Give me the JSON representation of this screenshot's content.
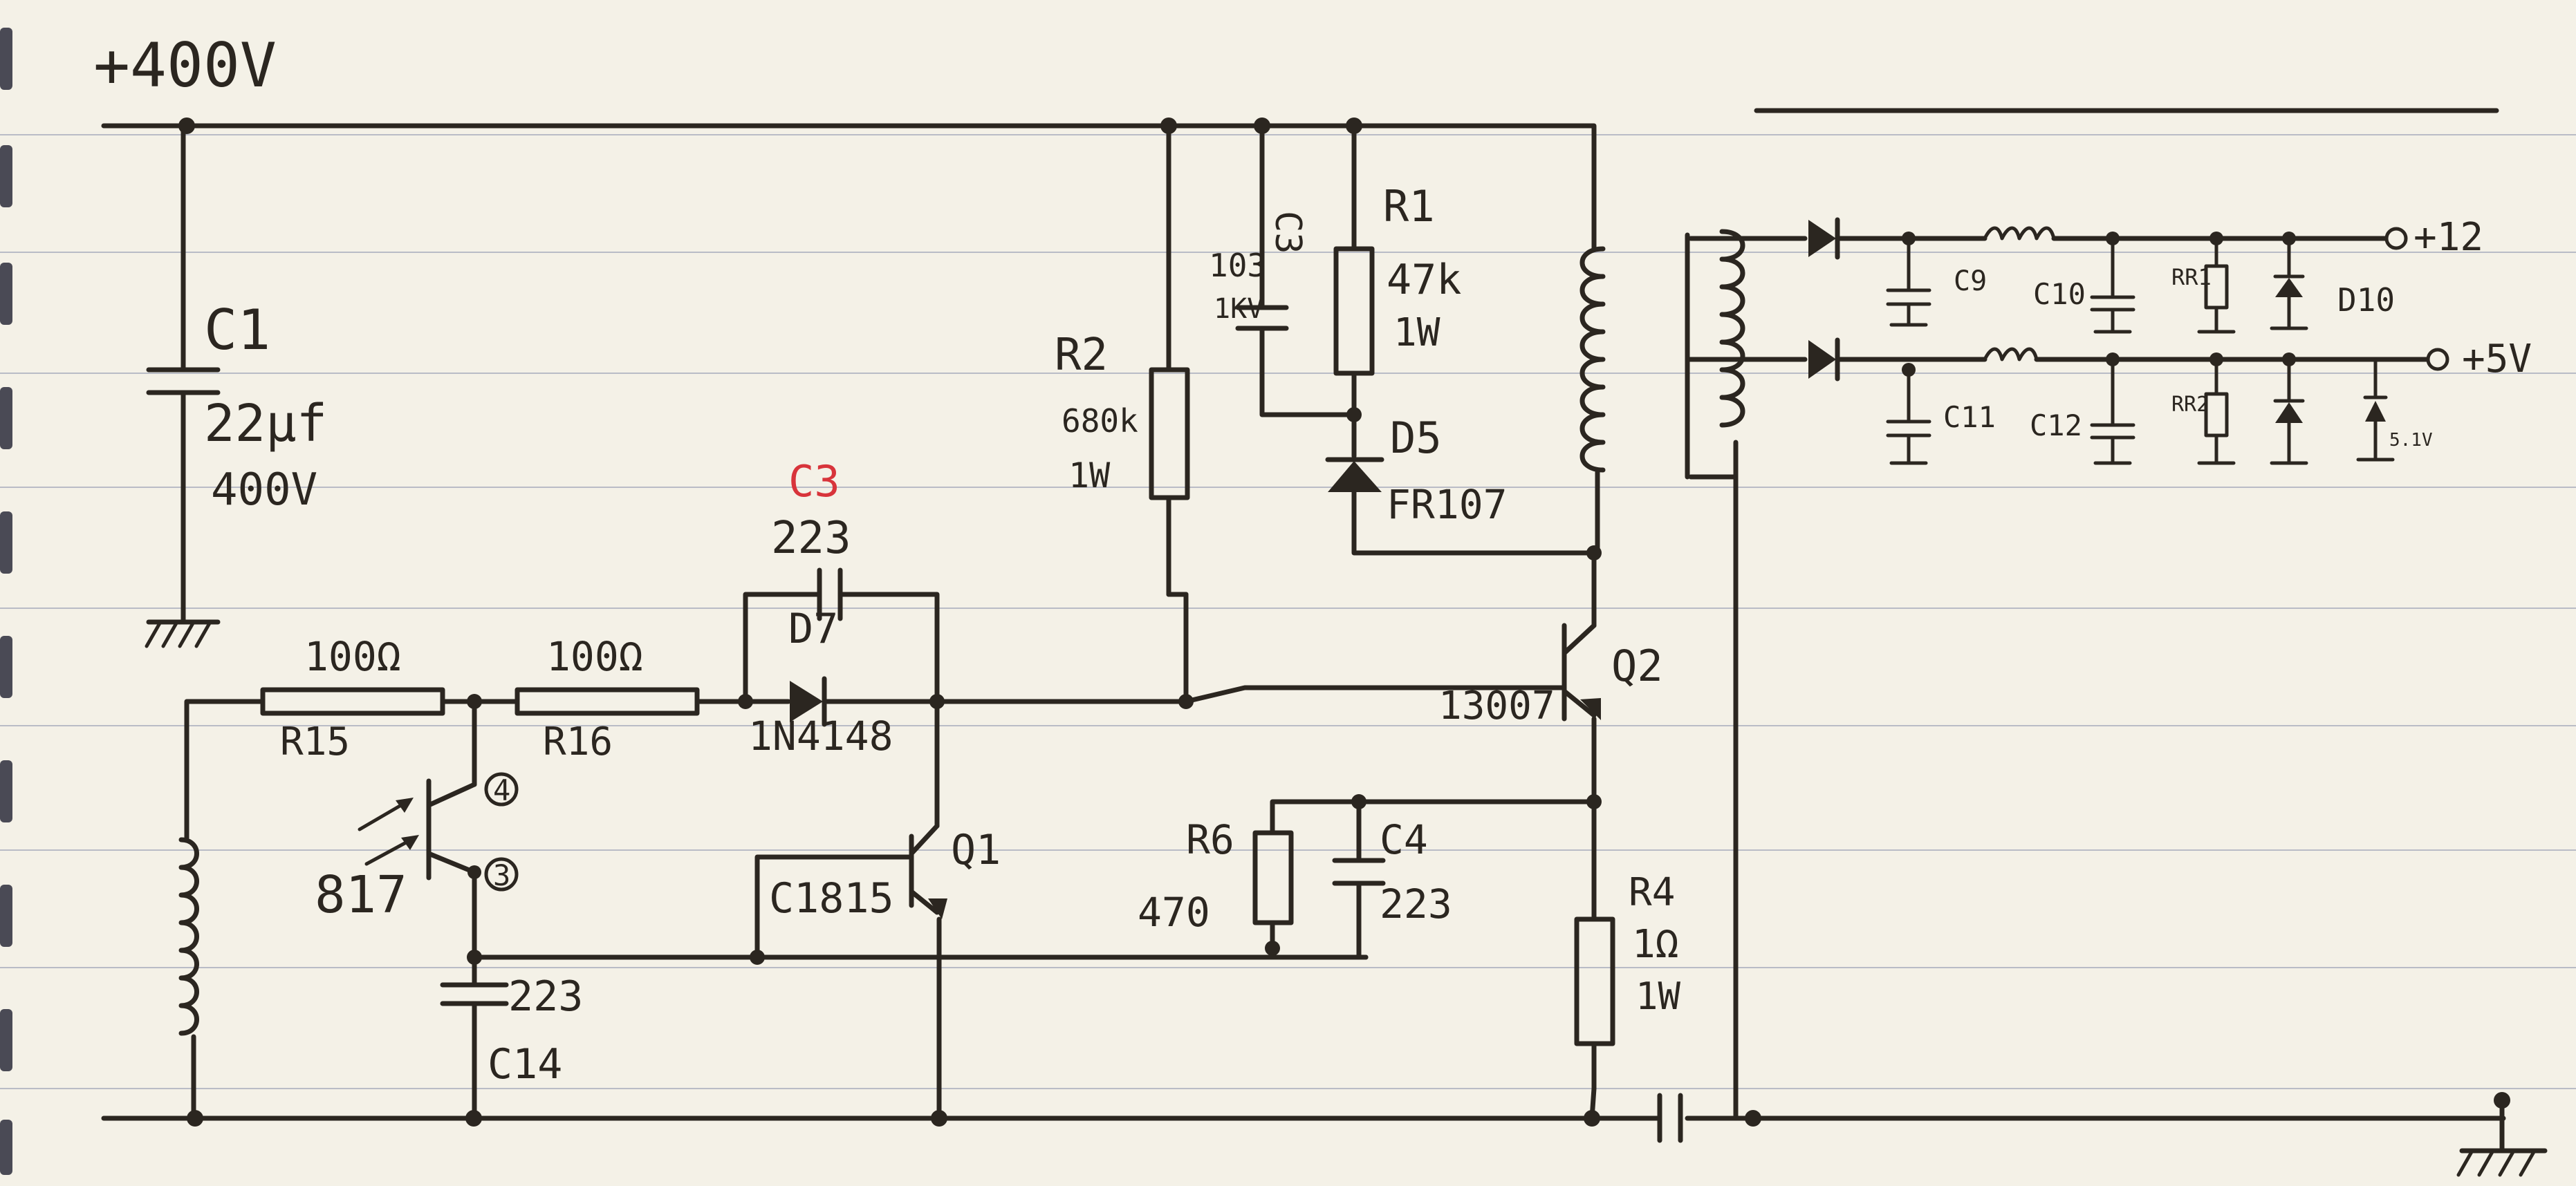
{
  "rails": {
    "top": "+400V",
    "out12": "+12",
    "out5": "+5V"
  },
  "components": {
    "c1": {
      "name": "C1",
      "value": "22μf",
      "rating": "400V"
    },
    "c3_tag": "C3",
    "c3_value": "223",
    "d7": {
      "name": "D7",
      "part": "1N4148"
    },
    "r15": {
      "name": "R15",
      "value": "100Ω"
    },
    "r16": {
      "name": "R16",
      "value": "100Ω"
    },
    "opto": {
      "part": "817",
      "pin4": "4",
      "pin3": "3"
    },
    "c14": {
      "name": "C14",
      "value": "223"
    },
    "q1": {
      "name": "Q1",
      "part": "C1815"
    },
    "r2": {
      "name": "R2",
      "value": "680k",
      "rating": "1W"
    },
    "c_snub": {
      "name": "C3",
      "value": "103",
      "rating": "1KV"
    },
    "r1": {
      "name": "R1",
      "value": "47k",
      "rating": "1W"
    },
    "d5": {
      "name": "D5",
      "part": "FR107"
    },
    "q2": {
      "name": "Q2",
      "part": "13007"
    },
    "r6": {
      "name": "R6",
      "value": "470"
    },
    "c4": {
      "name": "C4",
      "value": "223"
    },
    "r4": {
      "name": "R4",
      "value": "1Ω",
      "rating": "1W"
    },
    "c9": "C9",
    "c10": "C10",
    "rr1": "RR1",
    "d10": "D10",
    "c11": "C11",
    "c12": "C12",
    "rr2": "RR2",
    "zener_note": "5.1V"
  },
  "colors": {
    "ink": "#2b2620",
    "red": "#d8343b",
    "paper": "#f4f1e7",
    "rule": "#b9bcc6"
  }
}
